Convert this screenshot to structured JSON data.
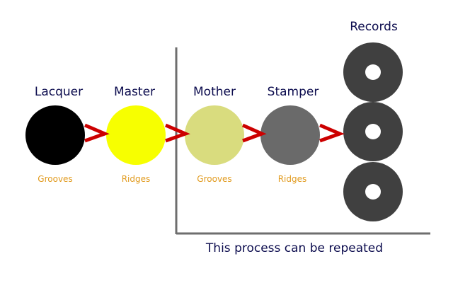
{
  "colors": {
    "label_text": "#0c0c4e",
    "surface_text": "#e19a1d",
    "arrow": "#cc0000",
    "frame_line": "#6e6e6e",
    "lacquer": "#000000",
    "master": "#f7ff00",
    "mother": "#d9dc7e",
    "stamper": "#6a6a6a",
    "record": "#404040",
    "record_hole": "#ffffff"
  },
  "stages": [
    {
      "id": "lacquer",
      "label": "Lacquer",
      "surface": "Grooves"
    },
    {
      "id": "master",
      "label": "Master",
      "surface": "Ridges"
    },
    {
      "id": "mother",
      "label": "Mother",
      "surface": "Grooves"
    },
    {
      "id": "stamper",
      "label": "Stamper",
      "surface": "Ridges"
    }
  ],
  "records": {
    "label": "Records",
    "count": 3
  },
  "repeat_caption": "This process can be repeated"
}
